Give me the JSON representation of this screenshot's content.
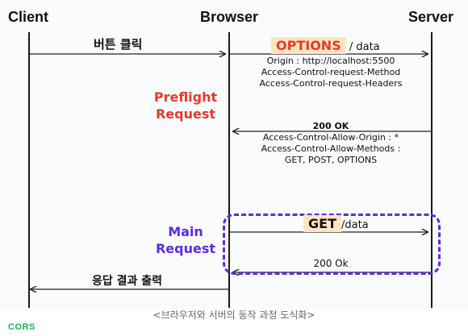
{
  "actors": {
    "client": "Client",
    "browser": "Browser",
    "server": "Server"
  },
  "messages": {
    "button_click": "버튼 클릭",
    "options_method": "OPTIONS",
    "options_path": " / data",
    "options_headers": [
      "Origin : http://localhost:5500",
      "Access-Control-request-Method",
      "Access-Control-request-Headers"
    ],
    "response_200": "200 OK",
    "response_headers": [
      "Access-Control-Allow-Origin : *",
      "Access-Control-Allow-Methods :",
      "GET, POST, OPTIONS"
    ],
    "get_method": "GET",
    "get_path": "/data",
    "response_200_main": "200 Ok",
    "output_result": "응답 결과 출력"
  },
  "phases": {
    "preflight": [
      "Preflight",
      "Request"
    ],
    "main": [
      "Main",
      "Request"
    ]
  },
  "caption": "<브라우저와 서버의 동작 과정 도식화>",
  "footer_tag": "CORS",
  "colors": {
    "preflight": "#e8392c",
    "main": "#5a2be8",
    "highlight": "#ffe5bf",
    "footer": "#20b060"
  }
}
